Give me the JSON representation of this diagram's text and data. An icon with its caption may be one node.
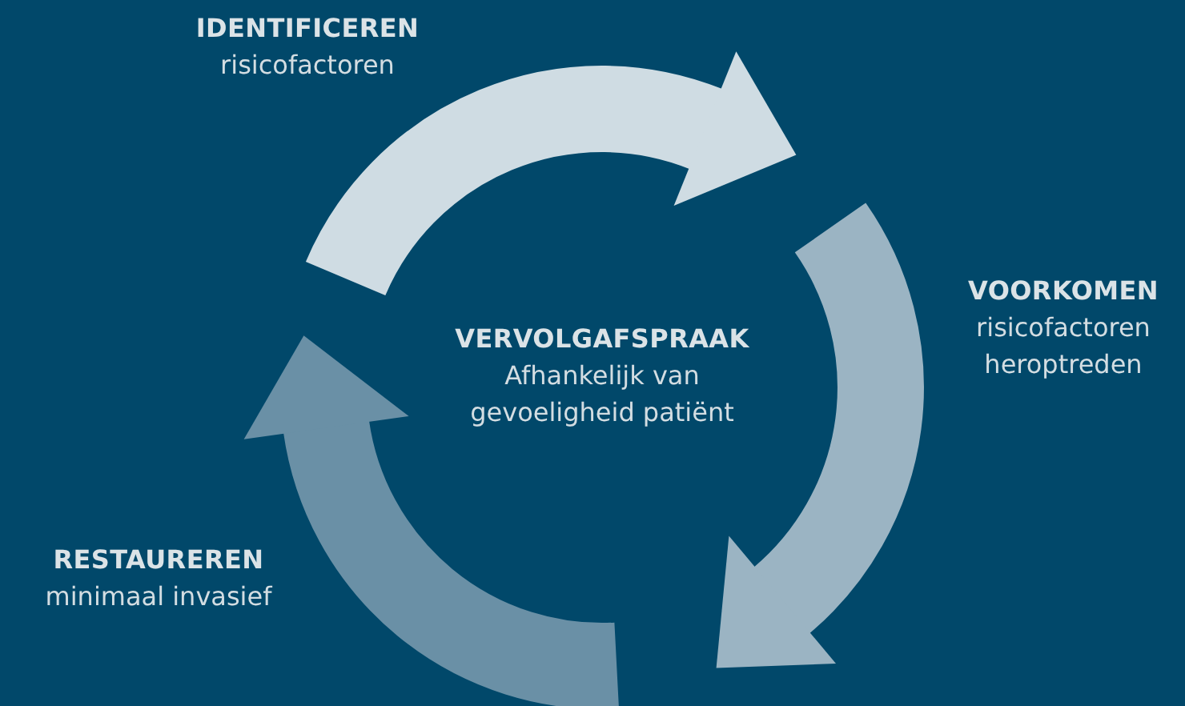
{
  "diagram": {
    "nodes": [
      {
        "text": [
          "IDENTIFICEREN",
          "risicofactoren"
        ]
      },
      {
        "text": [
          "VOORKOMEN",
          "risicofactoren heroptreden"
        ]
      },
      {
        "text": [
          "RESTAUREREN",
          "minimaal invasief"
        ]
      },
      {
        "text": [
          "VERVOLGAFSPRAAK",
          "Afhankelijk van gevoeligheid patiënt"
        ]
      }
    ]
  }
}
